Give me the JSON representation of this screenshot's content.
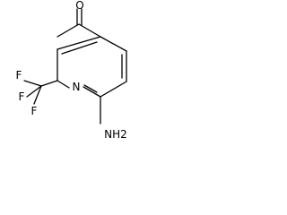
{
  "molecule": {
    "atoms": {
      "carbonyl_oxygen": "O",
      "ring_nitrogen": "N",
      "fluorine_1": "F",
      "fluorine_2": "F",
      "fluorine_3": "F",
      "amine": "NH2"
    }
  }
}
